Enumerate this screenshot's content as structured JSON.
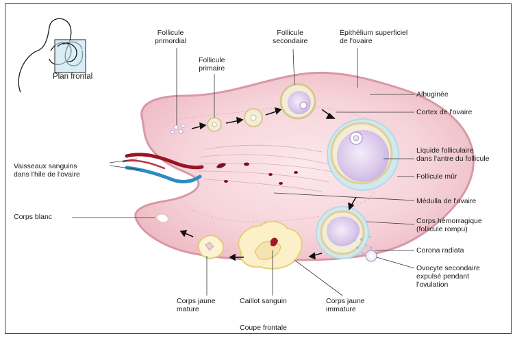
{
  "labels": {
    "plan_frontal": "Plan frontal",
    "follicule_primordial": "Follicule\nprimordial",
    "follicule_primaire": "Follicule\nprimaire",
    "follicule_secondaire": "Follicule\nsecondaire",
    "epithelium": "Épithélium superficiel\nde l'ovaire",
    "albuginee": "Albuginée",
    "cortex": "Cortex de l'ovaire",
    "liquide": "Liquide folliculaire\ndans l'antre du follicule",
    "follicule_mur": "Follicule mûr",
    "vaisseaux": "Vaisseaux sanguins\ndans l'hile de l'ovaire",
    "medulla": "Médulla de l'ovaire",
    "corps_blanc": "Corps blanc",
    "corps_hemorragique": "Corps hémorragique\n(follicule rompu)",
    "corona": "Corona radiata",
    "ovocyte": "Ovocyte secondaire\nexpulsé pendant\nl'ovulation",
    "corps_jaune_mature": "Corps jaune\nmature",
    "caillot": "Caillot sanguin",
    "corps_jaune_immature": "Corps jaune\nimmature",
    "coupe": "Coupe frontale"
  }
}
